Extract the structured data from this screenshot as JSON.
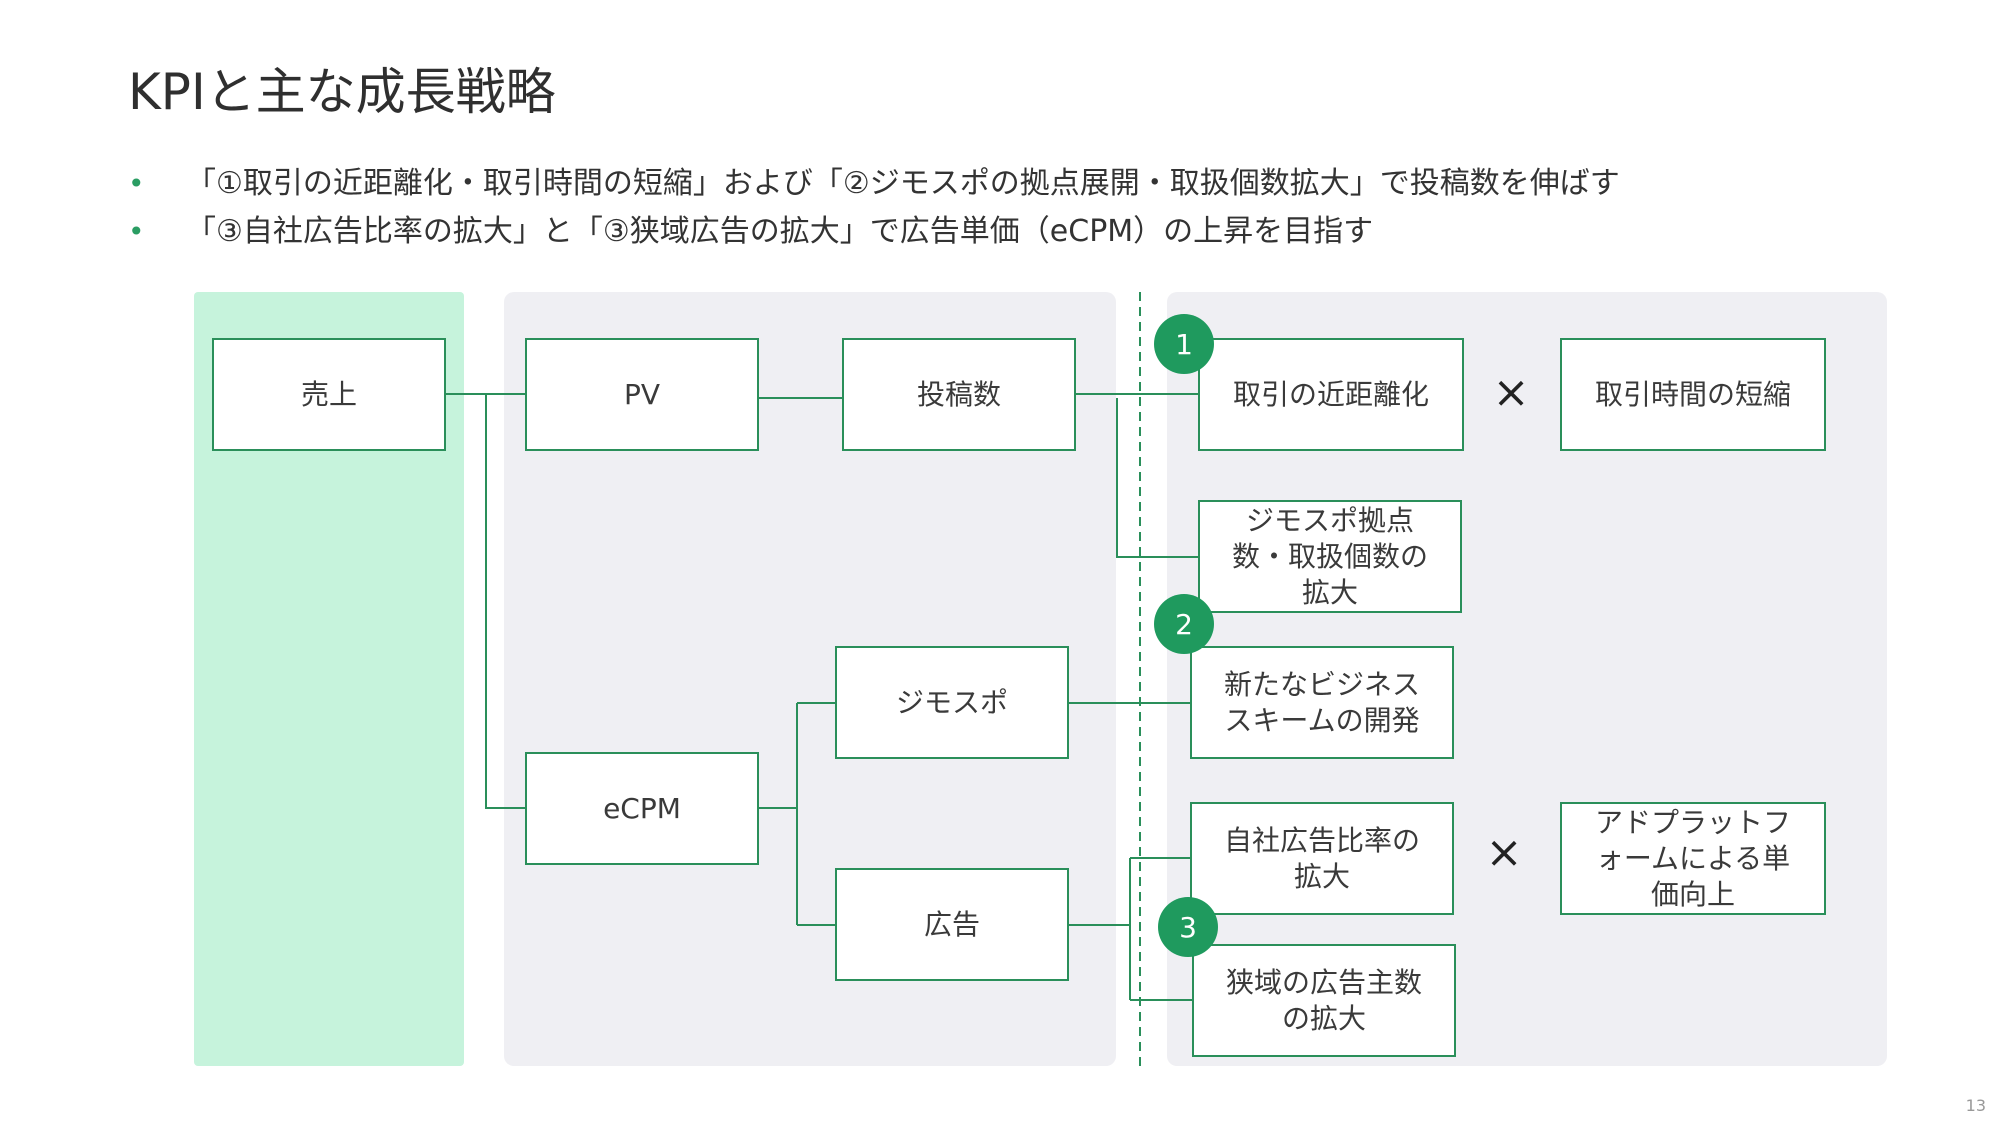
{
  "title": "KPIと主な成長戦略",
  "bullets": [
    "「①取引の近距離化・取引時間の短縮」および「②ジモスポの拠点展開・取扱個数拡大」で投稿数を伸ばす",
    "「③自社広告比率の拡大」と「③狭域広告の拡大」で広告単価（eCPM）の上昇を目指す"
  ],
  "bullet_marker": "•",
  "nodes": {
    "sales": "売上",
    "pv": "PV",
    "posts": "投稿数",
    "ecpm": "eCPM",
    "jimospo": "ジモスポ",
    "ads": "広告",
    "short_distance": "取引の近距離化",
    "short_time": "取引時間の短縮",
    "jimospo_expand": "ジモスポ拠点\n数・取扱個数の\n拡大",
    "new_scheme": "新たなビジネス\nスキームの開発",
    "own_ad_ratio": "自社広告比率の\n拡大",
    "ad_platform": "アドプラットフ\nォームによる単\n価向上",
    "local_advertisers": "狭域の広告主数\nの拡大"
  },
  "badges": [
    "1",
    "2",
    "3"
  ],
  "times_symbol": "×",
  "page_number": "13",
  "colors": {
    "accent": "#2a8f5a",
    "badge": "#1f9a5e",
    "green_panel": "#c6f3dc",
    "grey_panel": "#efeff3"
  }
}
